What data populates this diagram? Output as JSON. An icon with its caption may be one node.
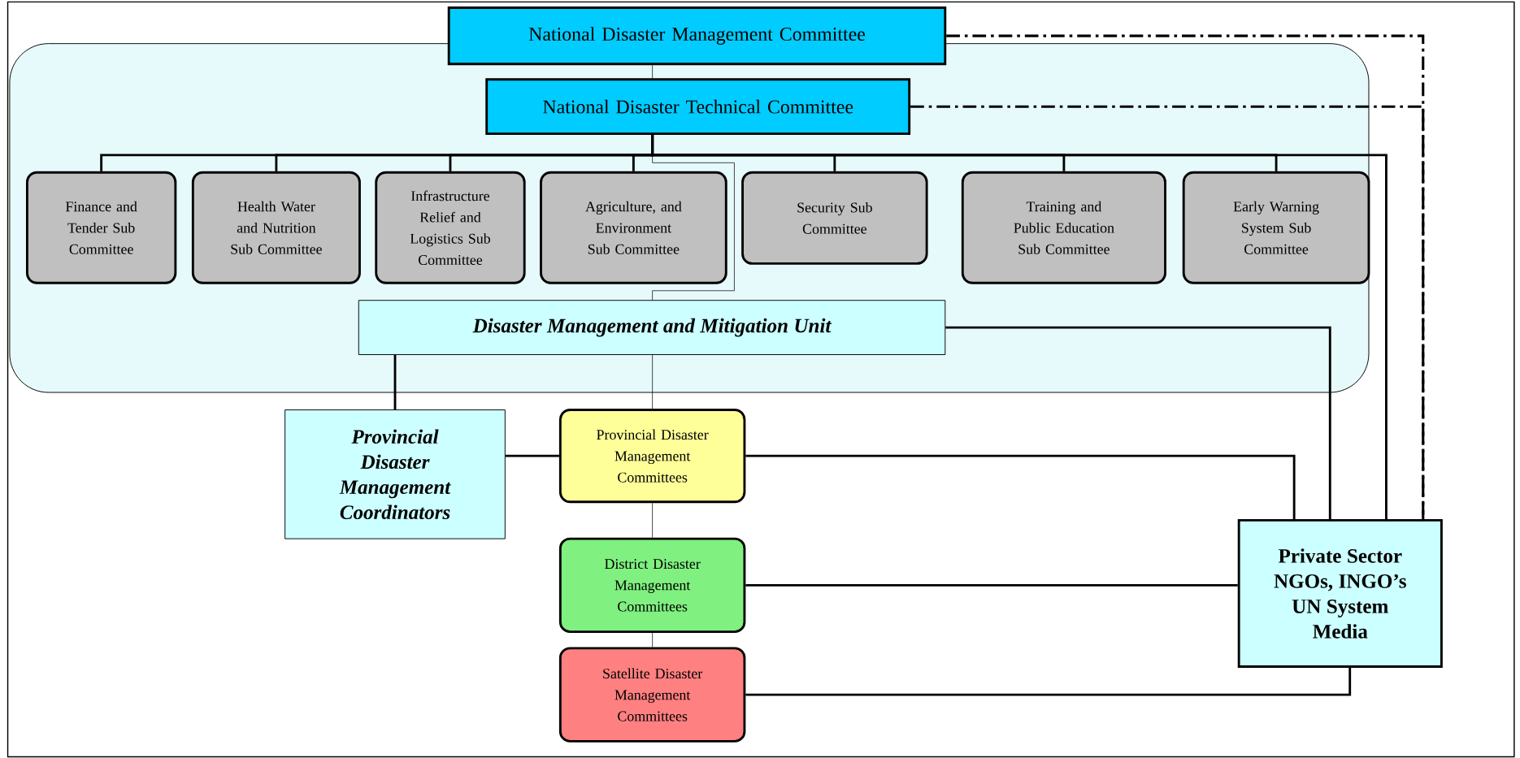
{
  "diagram": {
    "nodes": [
      {
        "text": [
          "National Disaster Management Committee"
        ]
      },
      {
        "text": [],
        "shape": "box"
      },
      {
        "text": [
          "National Disaster Technical Committee"
        ],
        "in": 1
      },
      {
        "text": [
          "Finance and Tender Sub Committee"
        ],
        "in": 1
      },
      {
        "text": [
          "Health Water and Nutrition Sub Committee"
        ],
        "in": 1
      },
      {
        "text": [
          "Infrastructure Relief and Logistics Sub Committee"
        ],
        "in": 1
      },
      {
        "text": [
          "Agriculture, and Environment Sub Committee"
        ],
        "in": 1
      },
      {
        "text": [
          "Security Sub Committee"
        ],
        "in": 1
      },
      {
        "text": [
          "Training and Public Education Sub Committee"
        ],
        "in": 1
      },
      {
        "text": [
          "Early Warning System Sub Committee"
        ],
        "in": 1
      },
      {
        "text": [
          "Disaster Management and Mitigation Unit"
        ],
        "in": 1
      },
      {
        "text": [
          "Provincial Disaster Management Coordinators"
        ]
      },
      {
        "text": [
          "Provincial Disaster Management Committees"
        ]
      },
      {
        "text": [
          "District Disaster Management Committees"
        ]
      },
      {
        "text": [
          "Satellite Disaster Management Committees"
        ]
      },
      {
        "text": [
          "Private Sector NGOs, INGO’s UN System Media"
        ]
      }
    ],
    "edges": [
      {
        "from": 0,
        "to": 2,
        "arrow": "none"
      },
      {
        "from": 2,
        "to": 10,
        "arrow": "none"
      },
      {
        "from": 10,
        "to": 12,
        "arrow": "none"
      },
      {
        "from": 12,
        "to": 13,
        "arrow": "none"
      },
      {
        "from": 13,
        "to": 14,
        "arrow": "none"
      },
      {
        "from": 2,
        "to": 3,
        "arrow": "none"
      },
      {
        "from": 2,
        "to": 4,
        "arrow": "none"
      },
      {
        "from": 2,
        "to": 5,
        "arrow": "none"
      },
      {
        "from": 2,
        "to": 6,
        "arrow": "none"
      },
      {
        "from": 2,
        "to": 7,
        "arrow": "none"
      },
      {
        "from": 2,
        "to": 8,
        "arrow": "none"
      },
      {
        "from": 2,
        "to": 9,
        "arrow": "none"
      },
      {
        "from": 2,
        "to": 15,
        "arrow": "none"
      },
      {
        "from": 10,
        "to": 11,
        "arrow": "none"
      },
      {
        "from": 10,
        "to": 15,
        "arrow": "none"
      },
      {
        "from": 11,
        "to": 12,
        "arrow": "none"
      },
      {
        "from": 12,
        "to": 15,
        "arrow": "none"
      },
      {
        "from": 13,
        "to": 15,
        "arrow": "none"
      },
      {
        "from": 14,
        "to": 15,
        "arrow": "none"
      },
      {
        "from": 0,
        "to": 15,
        "arrow": "none",
        "style": "dashed"
      },
      {
        "from": 2,
        "to": 15,
        "arrow": "none",
        "style": "dashed"
      }
    ]
  }
}
